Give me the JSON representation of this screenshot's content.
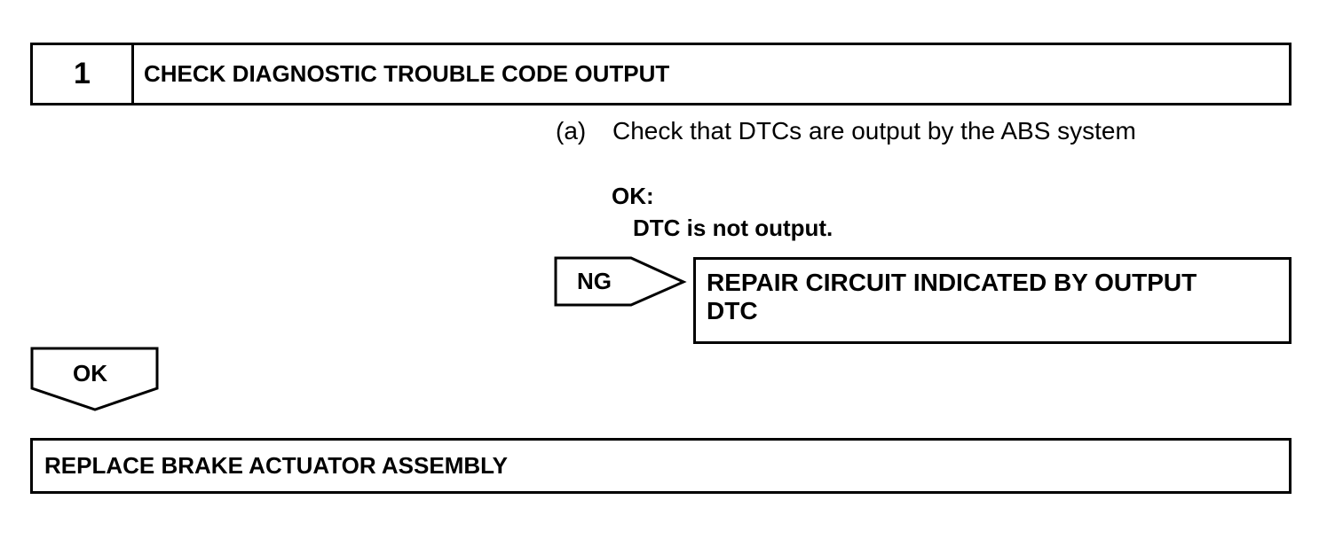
{
  "step": {
    "number": "1",
    "title": "CHECK DIAGNOSTIC TROUBLE CODE OUTPUT"
  },
  "instruction": {
    "letter": "(a)",
    "text": "Check that DTCs are output by the ABS system"
  },
  "ok_spec": {
    "heading": "OK:",
    "condition": "DTC is not output."
  },
  "ng_branch": {
    "label": "NG",
    "action_line1": "REPAIR CIRCUIT INDICATED BY OUTPUT",
    "action_line2": "DTC"
  },
  "ok_branch": {
    "label": "OK",
    "action": "REPLACE BRAKE ACTUATOR ASSEMBLY"
  }
}
